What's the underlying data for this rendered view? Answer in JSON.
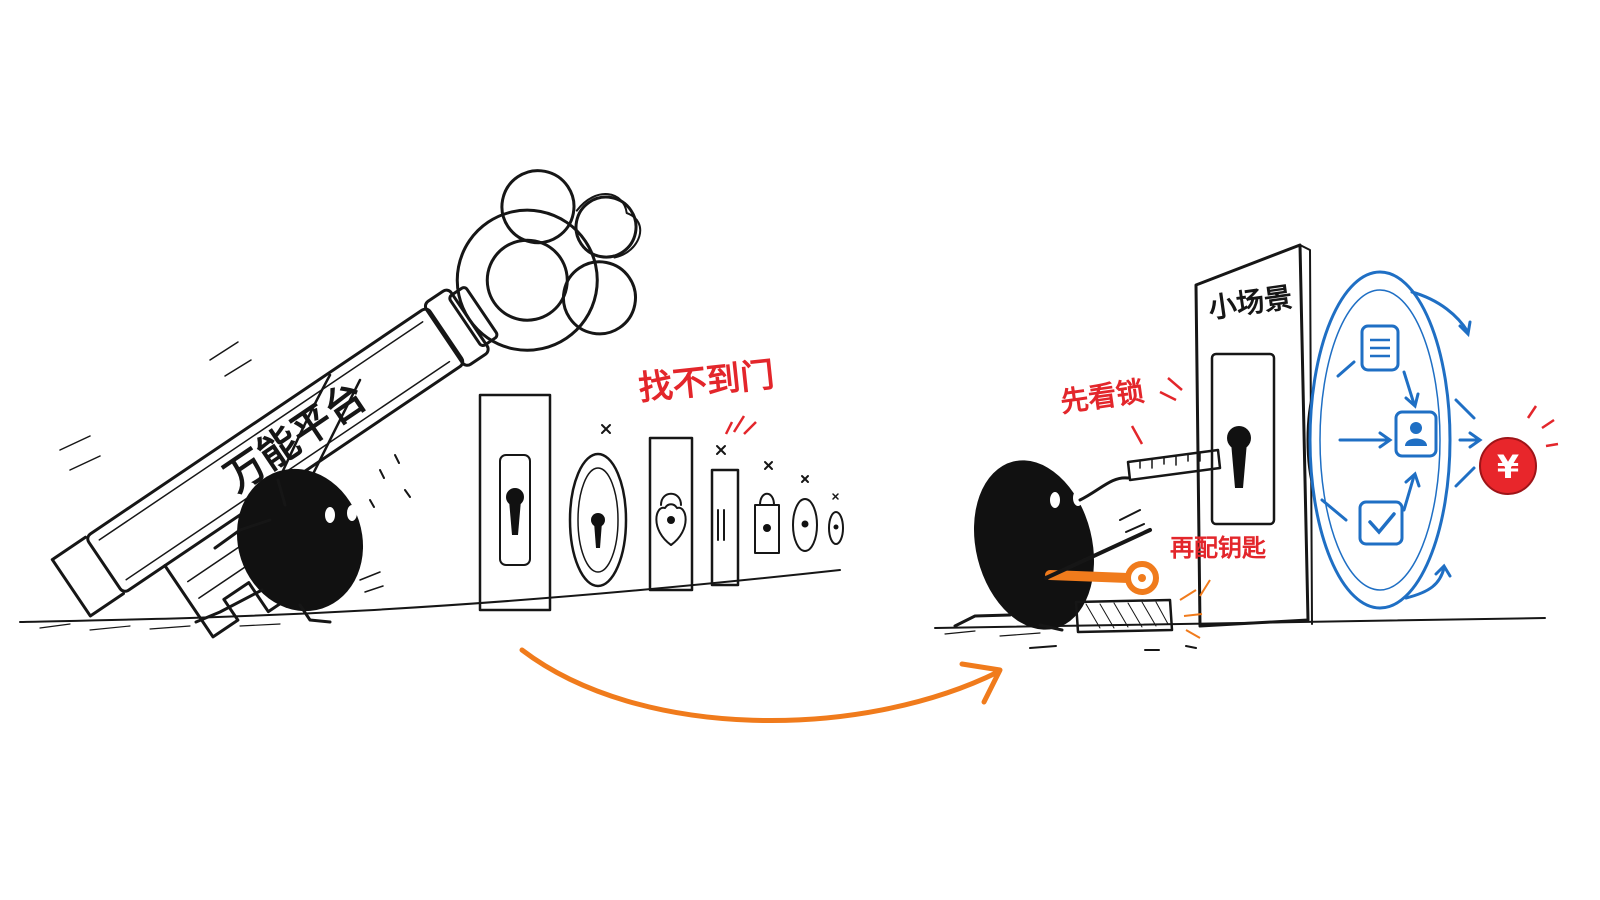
{
  "scene": {
    "left": {
      "key_label": "万能平台",
      "doors_caption": "找不到门"
    },
    "right": {
      "door_label": "小场景",
      "measure_label": "先看锁",
      "craft_label": "再配钥匙",
      "currency_symbol": "¥"
    }
  },
  "colors": {
    "ink": "#161616",
    "red_accent": "#e3262b",
    "orange_accent": "#f07b1c",
    "blue_accent": "#1f6fc4",
    "coin_red": "#e8262b"
  },
  "icons": [
    "skeleton-key-icon",
    "keyhole-icon",
    "padlock-icon",
    "heart-lock-icon",
    "ruler-icon",
    "orange-key-icon",
    "gear-wheel-icon",
    "document-icon",
    "user-icon",
    "checkmark-icon",
    "yuan-coin-icon",
    "curved-arrow-icon"
  ]
}
